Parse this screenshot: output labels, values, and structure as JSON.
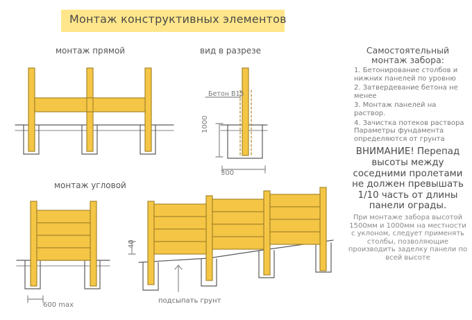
{
  "title": "Монтаж конструктивных элементов",
  "labels": {
    "straight": "монтаж прямой",
    "section": "вид в разрезе",
    "corner": "монтаж угловой",
    "concrete": "Бетон В15",
    "dim_1000": "1000",
    "dim_300": "300",
    "dim_600": "600 max",
    "dim_40": "40",
    "fill_soil": "подсыпать грунт"
  },
  "side": {
    "heading": "Самостоятельный\nмонтаж забора:",
    "steps": [
      "1. Бетонирование столбов и нижних панелей по уровню",
      "2. Затвердевание бетона не менее",
      "3. Монтаж панелей на раствор.",
      "4. Зачистка потеков раствора Параметры фундамента определяются от грунта"
    ],
    "warning": "ВНИМАНИЕ! Перепад высоты между соседними пролетами не должен превышать 1/10 часть от длины панели ограды.",
    "note": "При монтаже забора высотой 1500мм и 1000мм на местности с уклоном, следует применять столбы, позволяющие производить заделку панели по всей высоте"
  },
  "colors": {
    "wood": "#f5c645",
    "wood_stroke": "#a7862a",
    "line": "#5a5a5a",
    "highlight": "#ffe68a"
  }
}
